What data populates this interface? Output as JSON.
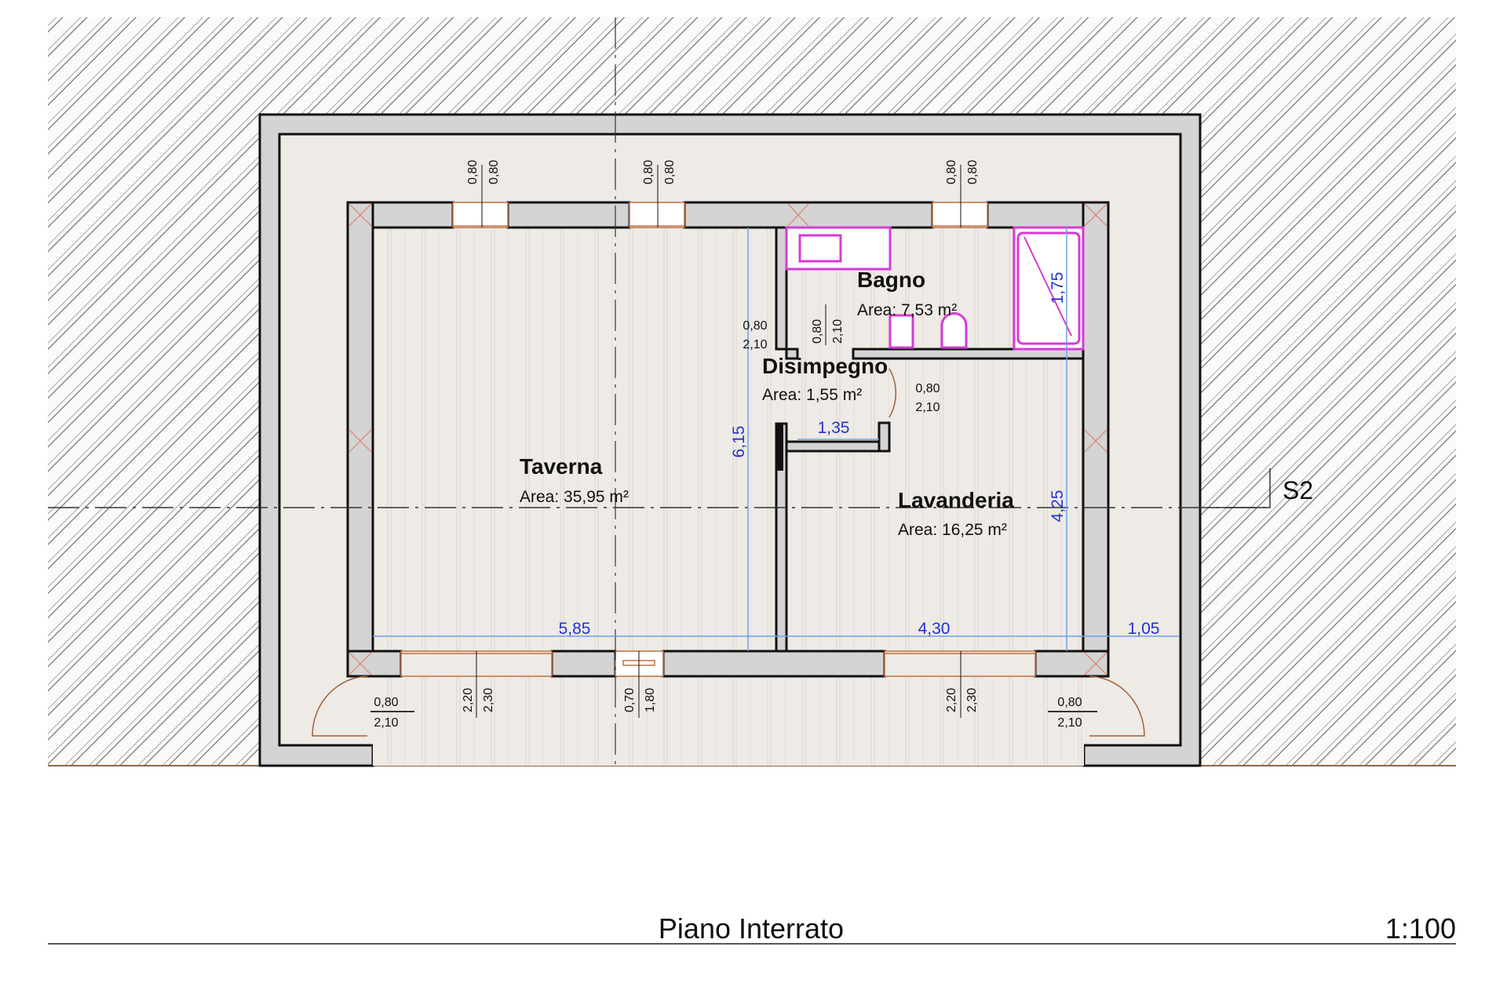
{
  "rooms": [
    {
      "name": "Taverna",
      "area": "Area: 35,95 m²"
    },
    {
      "name": "Bagno",
      "area": "Area: 7,53 m²"
    },
    {
      "name": "Disimpegno",
      "area": "Area: 1,55 m²"
    },
    {
      "name": "Lavanderia",
      "area": "Area: 16,25 m²"
    }
  ],
  "dimensions": {
    "taverna_width": "5,85",
    "lavanderia_width": "4,30",
    "side_width": "1,05",
    "taverna_depth": "6,15",
    "lavanderia_depth": "4,25",
    "bagno_depth": "1,75",
    "disimpegno_width": "1,35"
  },
  "openings": {
    "top_windows": [
      {
        "w": "0,80",
        "h": "0,80"
      },
      {
        "w": "0,80",
        "h": "0,80"
      },
      {
        "w": "0,80",
        "h": "0,80"
      }
    ],
    "bottom_windows": [
      {
        "w": "2,20",
        "h": "2,30"
      },
      {
        "w": "0,70",
        "h": "1,80"
      },
      {
        "w": "2,20",
        "h": "2,30"
      }
    ],
    "doors": [
      {
        "w": "0,80",
        "h": "2,10"
      },
      {
        "w": "0,80",
        "h": "2,10"
      },
      {
        "w": "0,80",
        "h": "2,10"
      },
      {
        "w": "0,80",
        "h": "2,10"
      },
      {
        "w": "0,80",
        "h": "2,10"
      }
    ]
  },
  "section_marker": "S2",
  "footer": {
    "title": "Piano Interrato",
    "scale": "1:100"
  },
  "colors": {
    "wall": "#d4d4d4",
    "floor": "#eeeae5",
    "fixture": "#d63ad6",
    "dimension": "#2233cc"
  }
}
